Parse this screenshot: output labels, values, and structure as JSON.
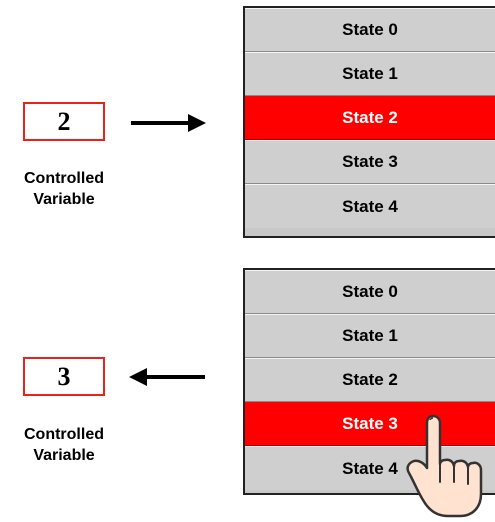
{
  "top": {
    "variable_value": "2",
    "variable_label_line1": "Controlled",
    "variable_label_line2": "Variable",
    "states": [
      "State 0",
      "State 1",
      "State 2",
      "State 3",
      "State 4"
    ],
    "active_state_index": 2
  },
  "bottom": {
    "variable_value": "3",
    "variable_label_line1": "Controlled",
    "variable_label_line2": "Variable",
    "states": [
      "State 0",
      "State 1",
      "State 2",
      "State 3",
      "State 4"
    ],
    "active_state_index": 3
  },
  "colors": {
    "box_border": "#e8221c",
    "active_row": "#ff0000",
    "row": "#cfcfcf"
  },
  "icons": {
    "top_arrow": "arrow-right-icon",
    "bottom_arrow": "arrow-left-icon",
    "pointer": "hand-pointer-icon"
  }
}
